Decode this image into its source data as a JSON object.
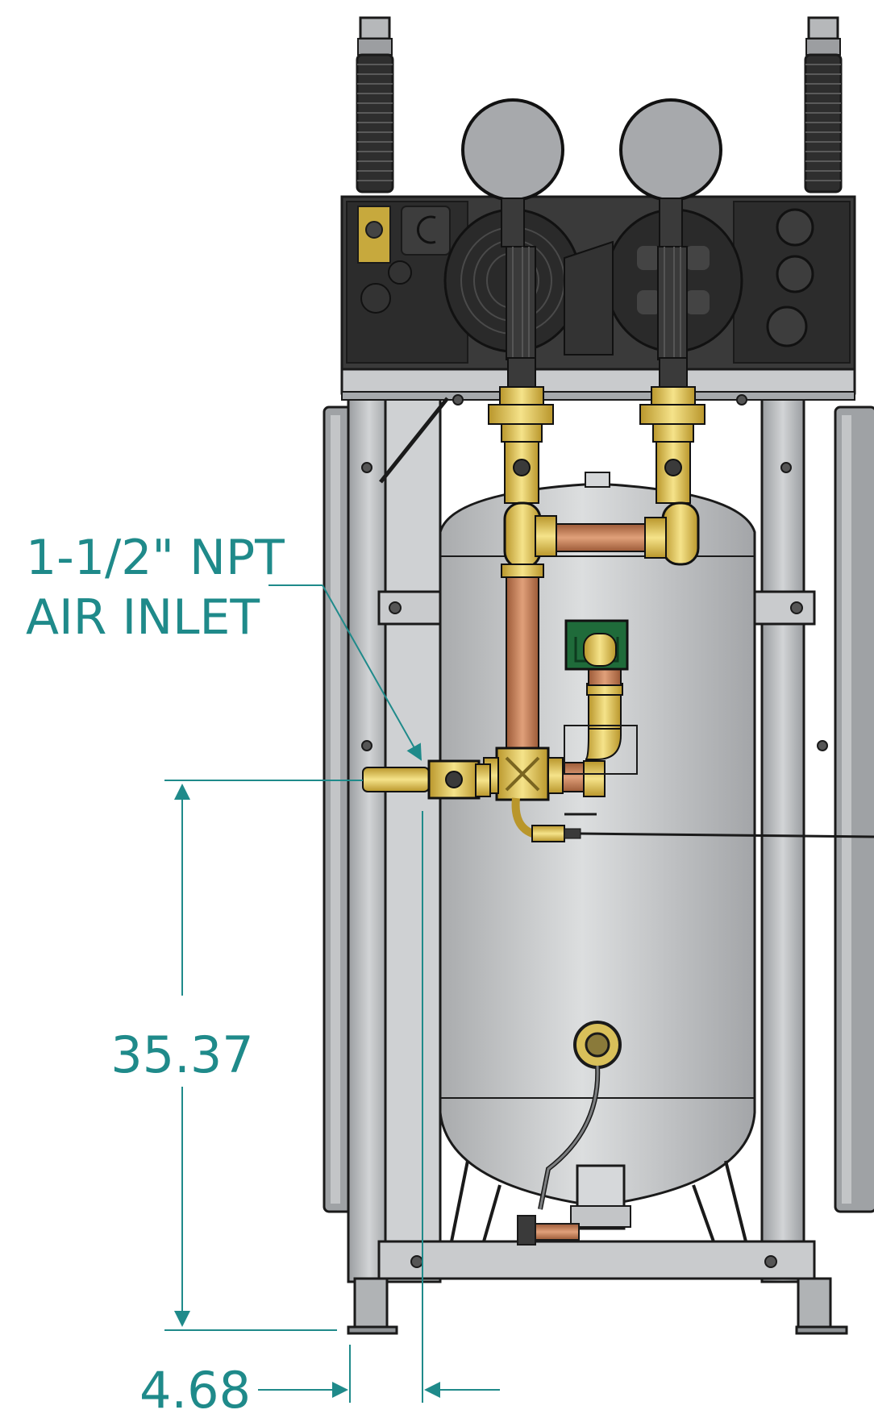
{
  "callout": {
    "line1": "1-1/2\" NPT",
    "line2": "AIR INLET"
  },
  "dimensions": {
    "height": "35.37",
    "offset": "4.68"
  },
  "colors": {
    "dimension": "#1f8a8a",
    "frame": "#b7b9bb",
    "frame_dark": "#8f9295",
    "tank": "#c7c9cb",
    "motor": "#3a3a3a",
    "brass": "#e2c84e",
    "copper": "#c8794e",
    "gauge": "#a7a9ac",
    "outline": "#1a1a1a"
  }
}
